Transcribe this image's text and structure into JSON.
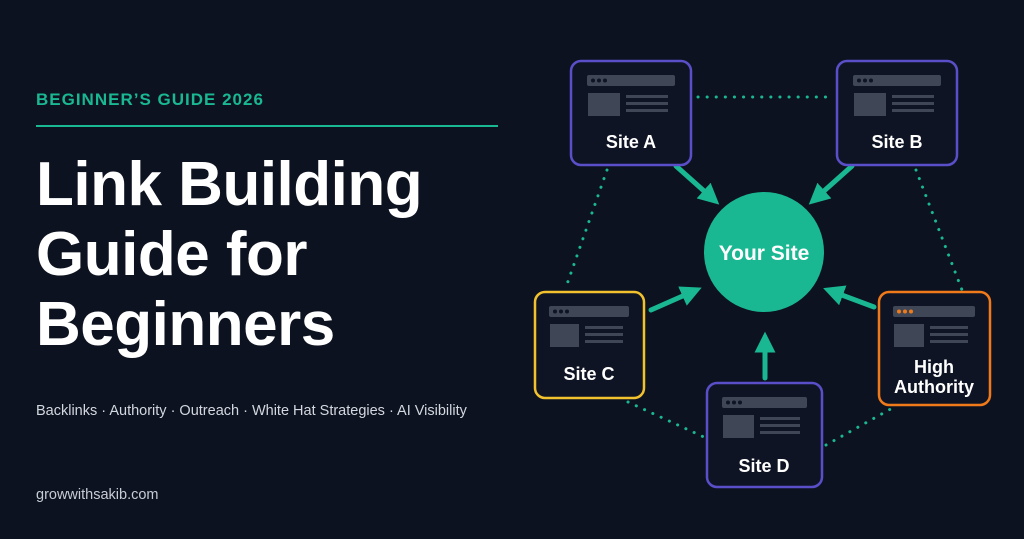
{
  "header": {
    "eyebrow": "BEGINNER’S GUIDE 2026",
    "title_lines": [
      "Link Building",
      "Guide for",
      "Beginners"
    ],
    "tags": "Backlinks · Authority · Outreach · White Hat Strategies · AI Visibility",
    "domain": "growwithsakib.com"
  },
  "diagram": {
    "center": {
      "label": "Your Site",
      "color": "#19b892"
    },
    "nodes": [
      {
        "key": "site-a",
        "label_lines": [
          "Site A"
        ],
        "border": "#5b4fc9"
      },
      {
        "key": "site-b",
        "label_lines": [
          "Site B"
        ],
        "border": "#5b4fc9"
      },
      {
        "key": "site-c",
        "label_lines": [
          "Site C"
        ],
        "border": "#f2c12e"
      },
      {
        "key": "site-d",
        "label_lines": [
          "Site D"
        ],
        "border": "#5b4fc9"
      },
      {
        "key": "high-authority",
        "label_lines": [
          "High",
          "Authority"
        ],
        "border": "#f07a1a"
      }
    ],
    "colors": {
      "accent": "#19b892",
      "background": "#0d1220",
      "window_chrome": "#3f4756"
    }
  }
}
